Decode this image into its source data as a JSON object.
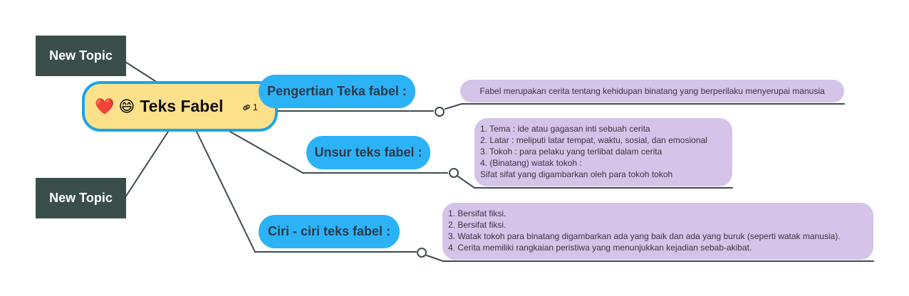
{
  "central": {
    "emojis": [
      "❤️",
      "😄"
    ],
    "title": "Teks Fabel",
    "link_count": "1"
  },
  "floating_topics": [
    "New Topic",
    "New Topic"
  ],
  "branches": [
    {
      "label": "Pengertian Teka fabel :",
      "note_lines": [
        "Fabel merupakan cerita tentang kehidupan binatang yang berperilaku menyerupai manusia"
      ]
    },
    {
      "label": "Unsur teks fabel :",
      "note_lines": [
        "1. Tema : ide atau gagasan inti sebuah cerita",
        "2. Latar : meliputi latar tempat, waktu, sosial, dan emosional",
        "3. Tokoh : para pelaku yang terlibat dalam cerita",
        "4. (Binatang) watak tokoh :",
        "Sifat sifat yang digambarkan oleh para tokoh tokoh"
      ]
    },
    {
      "label": "Ciri - ciri teks fabel :",
      "note_lines": [
        "1. Bersifat fiksi.",
        "2. Bersifat fiksi.",
        "3. Watak tokoh para binatang digambarkan ada yang baik dan ada yang buruk (seperti watak manusia).",
        "4. Cerita memiliki rangkaian peristiwa yang menunjukkan kejadian sebab-akibat."
      ]
    }
  ],
  "colors": {
    "central_fill": "#fde08a",
    "central_border": "#1aa6e6",
    "branch_fill": "#2cb2f6",
    "note_fill": "#d4c4e9",
    "floating_fill": "#394e4b",
    "line": "#3f4a50"
  }
}
